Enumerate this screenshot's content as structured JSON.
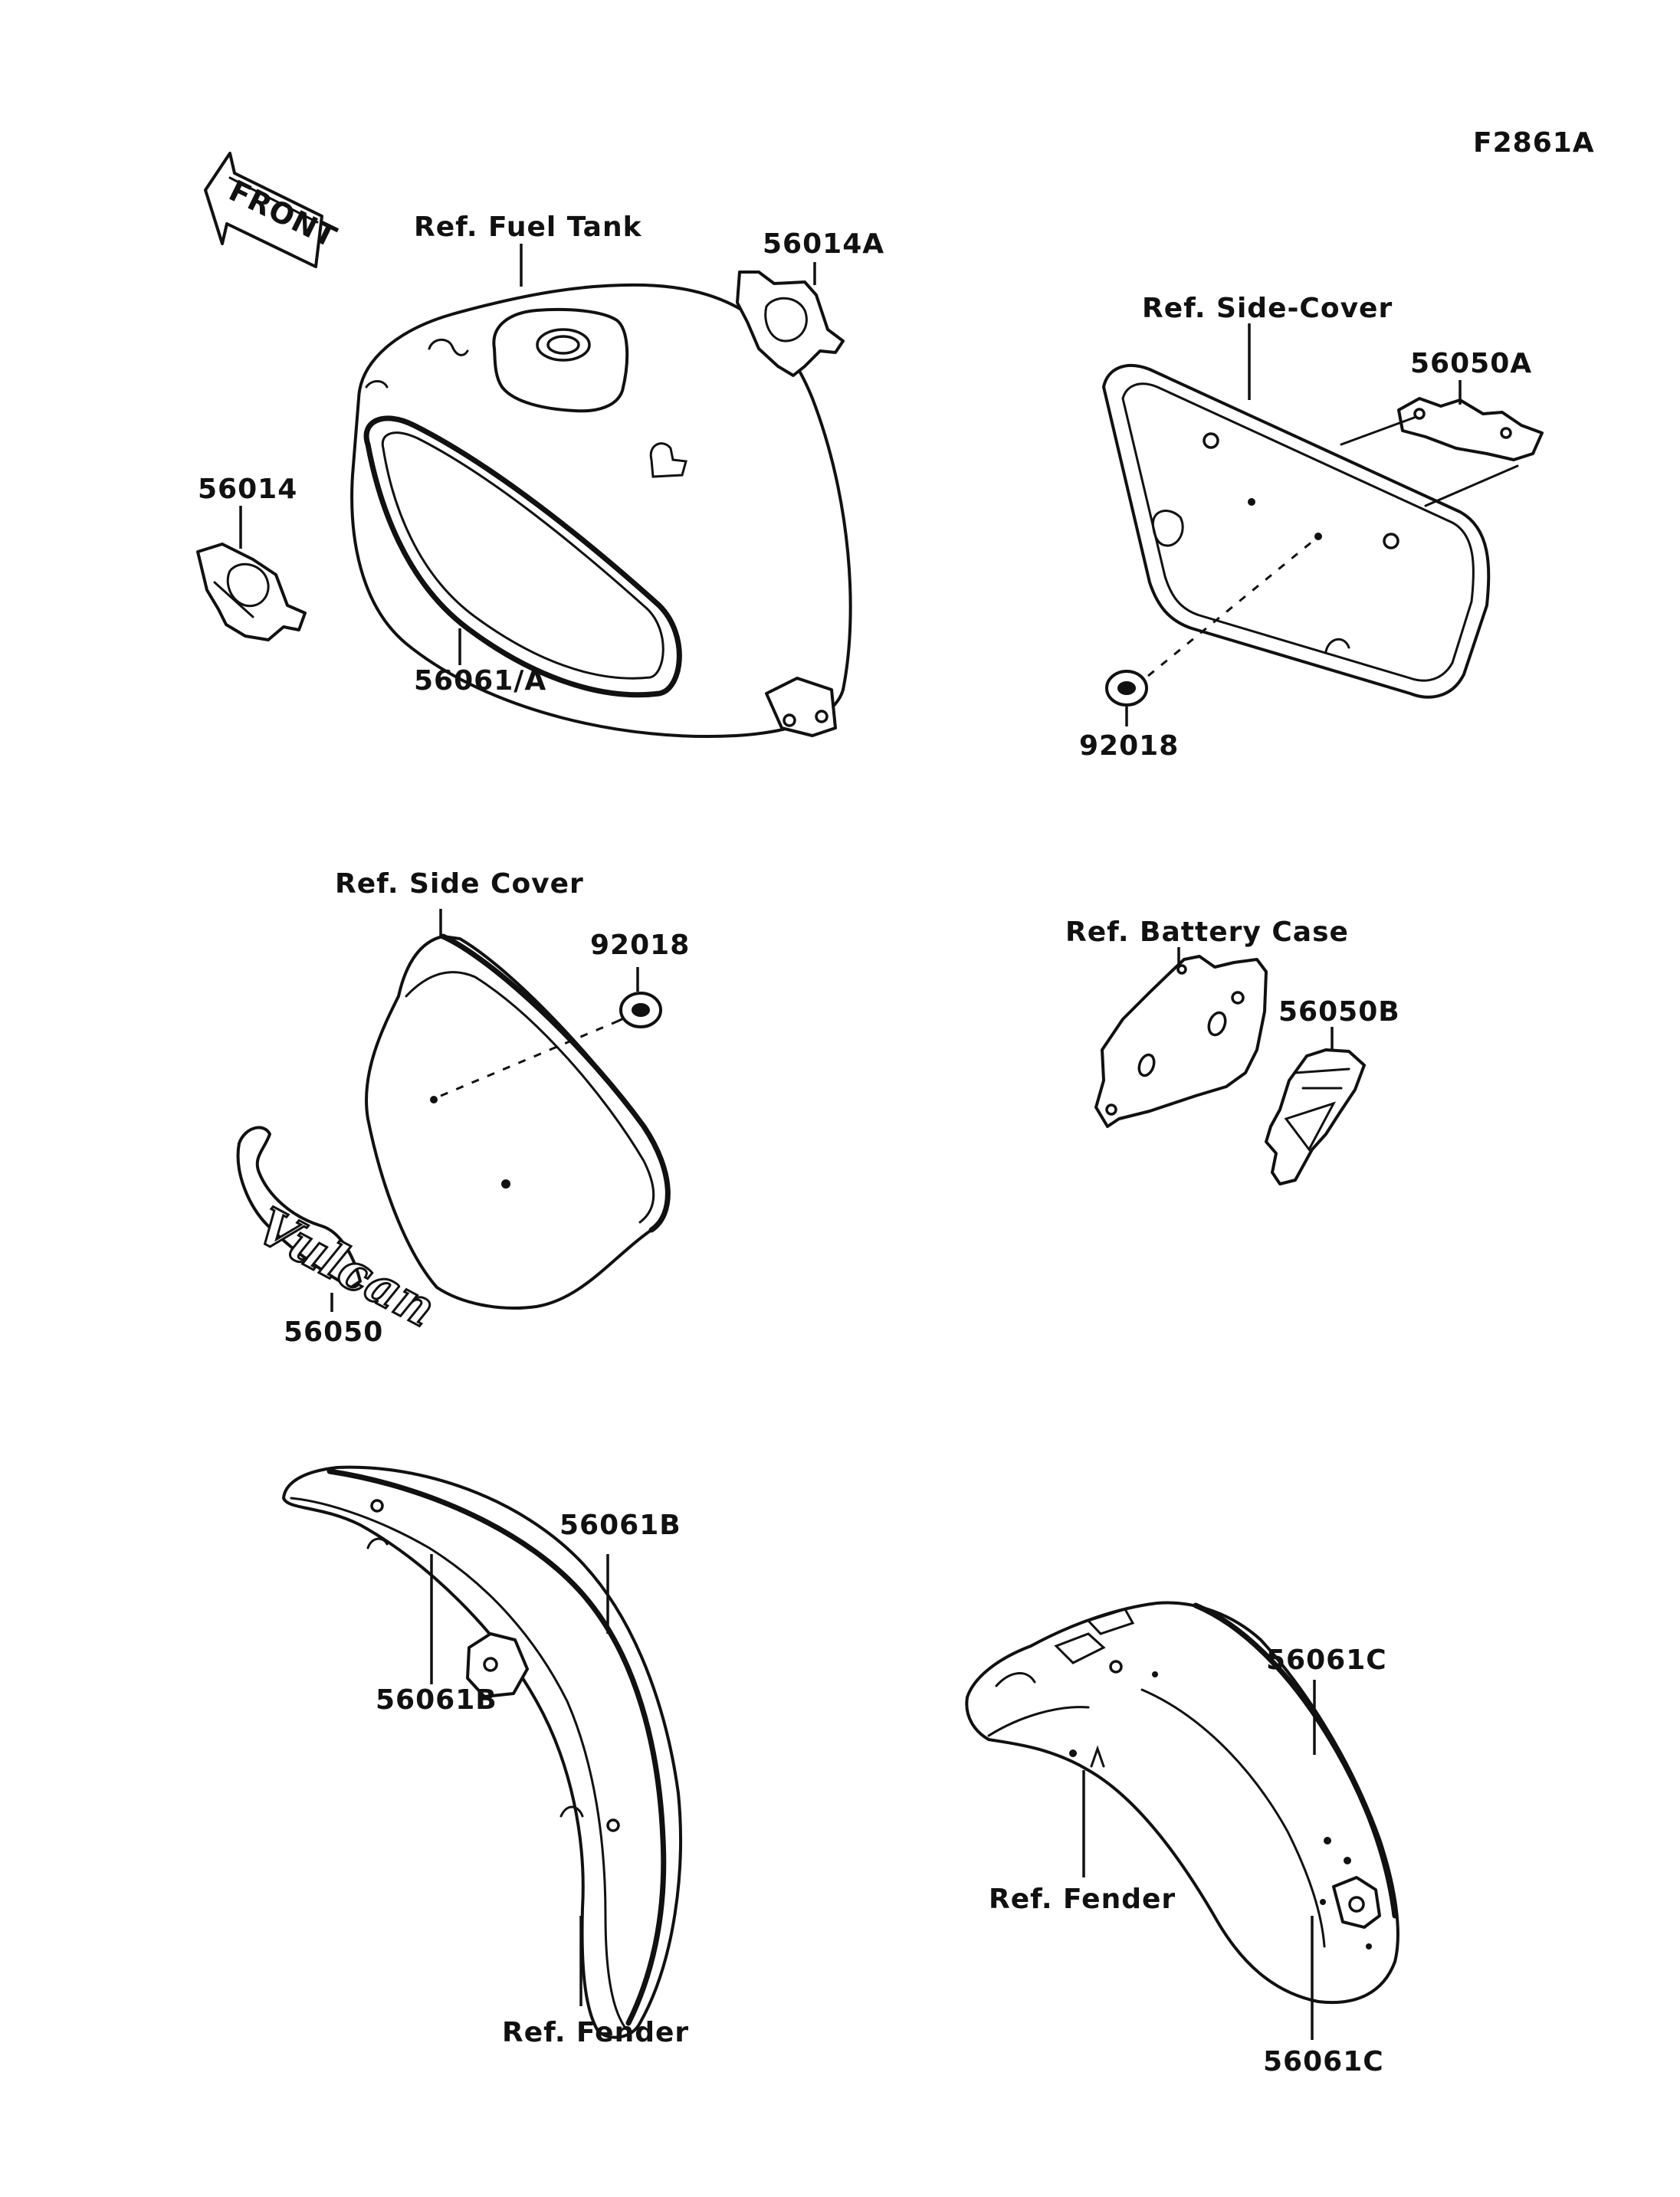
{
  "figure_code": "F2861A",
  "front_arrow_label": "FRONT",
  "emblem_text": "Vulcan",
  "labels": {
    "ref_fuel_tank": "Ref. Fuel Tank",
    "ref_side_cover_right": "Ref. Side-Cover",
    "ref_side_cover_left": "Ref. Side Cover",
    "ref_battery_case": "Ref. Battery Case",
    "ref_fender_front": "Ref. Fender",
    "ref_fender_rear": "Ref. Fender"
  },
  "part_numbers": {
    "p56014A": "56014A",
    "p56014": "56014",
    "p56061A": "56061/A",
    "p56050A": "56050A",
    "p92018_right": "92018",
    "p92018_left": "92018",
    "p56050B": "56050B",
    "p56050": "56050",
    "p56061B_outer": "56061B",
    "p56061B_inner": "56061B",
    "p56061C_top": "56061C",
    "p56061C_bottom": "56061C"
  },
  "colors": {
    "ink": "#111111",
    "paper": "#ffffff"
  }
}
